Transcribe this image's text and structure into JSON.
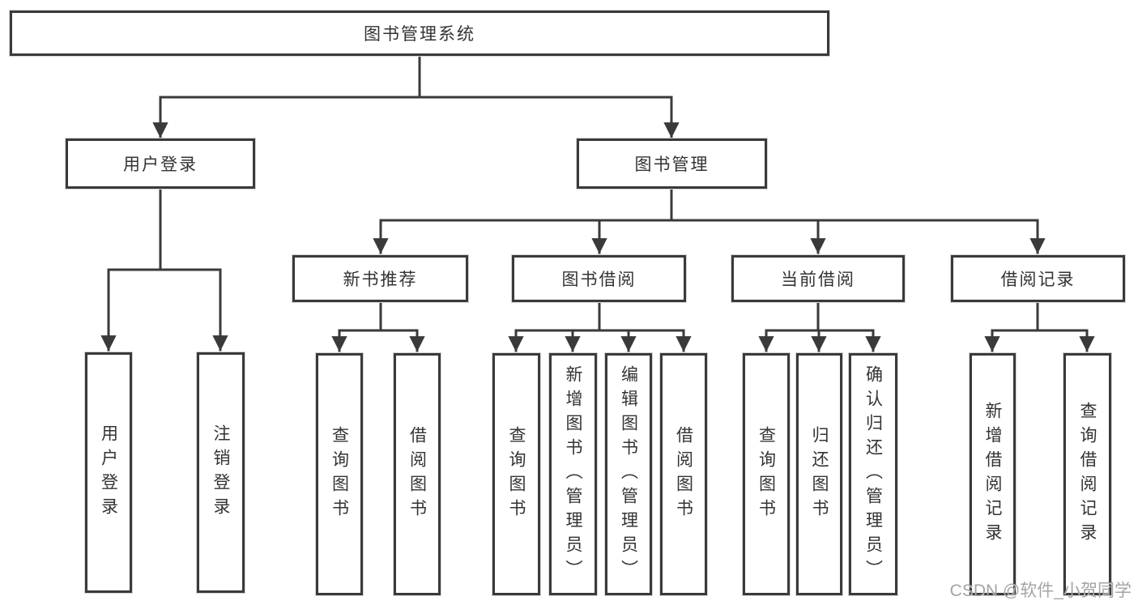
{
  "diagram": {
    "root": "图书管理系统",
    "branches": [
      {
        "label": "用户登录",
        "children": [
          {
            "label": "用户登录"
          },
          {
            "label": "注销登录"
          }
        ]
      },
      {
        "label": "图书管理",
        "children": [
          {
            "label": "新书推荐",
            "children": [
              {
                "label": "查询图书"
              },
              {
                "label": "借阅图书"
              }
            ]
          },
          {
            "label": "图书借阅",
            "children": [
              {
                "label": "查询图书"
              },
              {
                "label": "新增图书（管理员）"
              },
              {
                "label": "编辑图书（管理员）"
              },
              {
                "label": "借阅图书"
              }
            ]
          },
          {
            "label": "当前借阅",
            "children": [
              {
                "label": "查询图书"
              },
              {
                "label": "归还图书"
              },
              {
                "label": "确认归还（管理员）"
              }
            ]
          },
          {
            "label": "借阅记录",
            "children": [
              {
                "label": "新增借阅记录"
              },
              {
                "label": "查询借阅记录"
              }
            ]
          }
        ]
      }
    ]
  },
  "watermark": "CSDN @软件_小贺同学",
  "colors": {
    "line": "#3a3a3a",
    "text": "#333333",
    "background": "#ffffff",
    "watermark": "#949494"
  }
}
